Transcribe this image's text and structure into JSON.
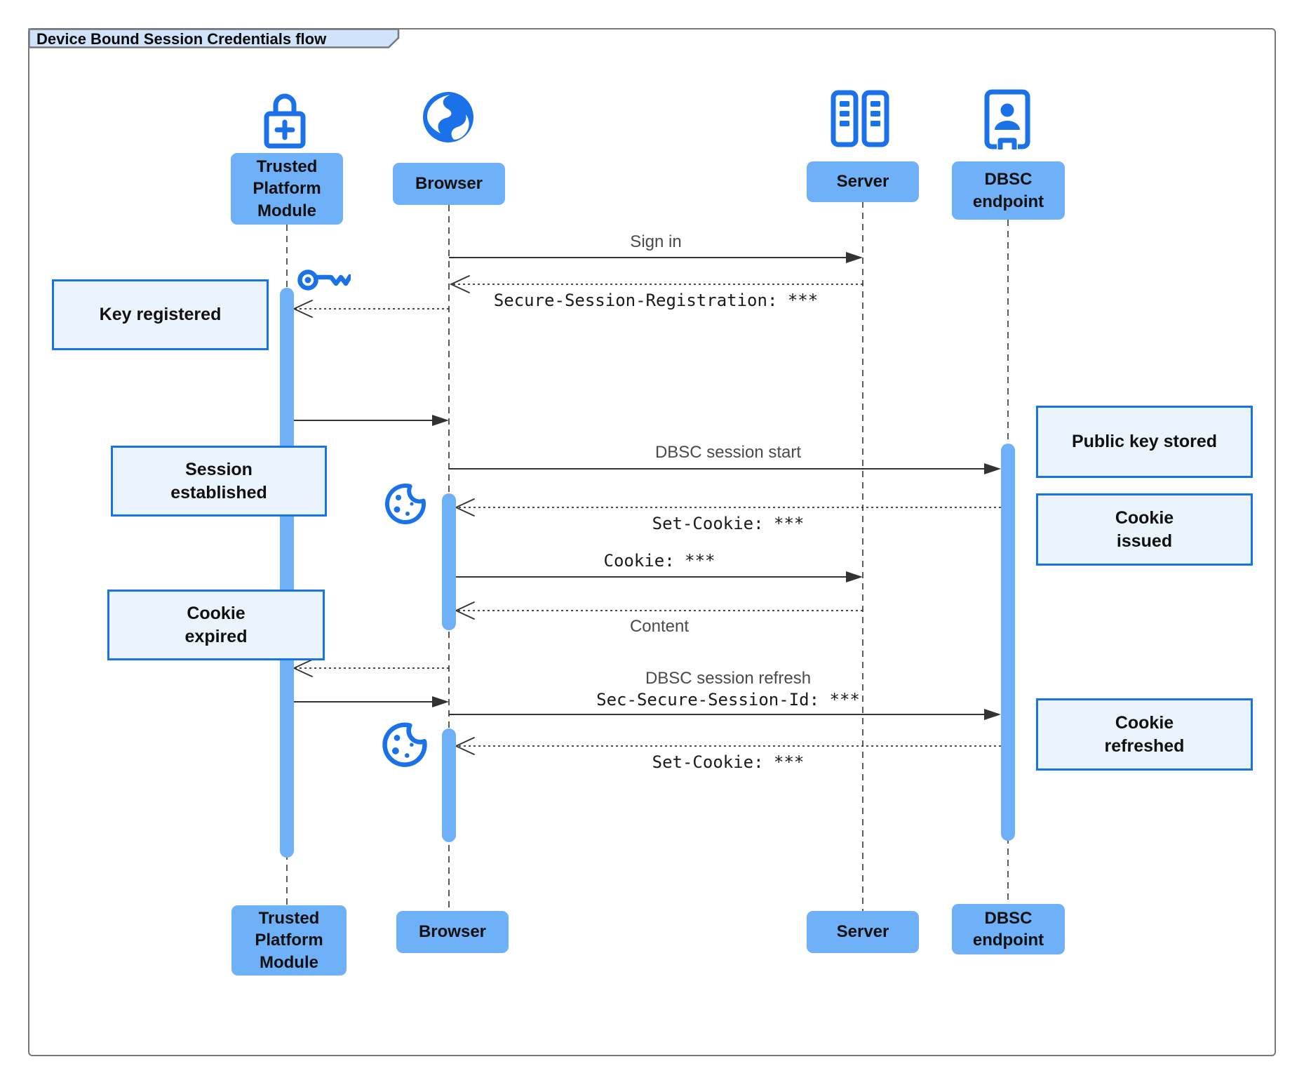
{
  "title": "Device Bound Session Credentials flow",
  "actors": {
    "tpm": {
      "label": "Trusted\nPlatform\nModule"
    },
    "browser": {
      "label": "Browser"
    },
    "server": {
      "label": "Server"
    },
    "dbsc": {
      "label": "DBSC\nendpoint"
    }
  },
  "messages": {
    "sign_in": "Sign in",
    "session_registration": "Secure-Session-Registration: ***",
    "dbsc_session_start": "DBSC session start",
    "set_cookie_1": "Set-Cookie: ***",
    "cookie": "Cookie: ***",
    "content": "Content",
    "dbsc_session_refresh": "DBSC session refresh",
    "sec_secure_session_id": "Sec-Secure-Session-Id: ***",
    "set_cookie_2": "Set-Cookie: ***"
  },
  "notes": {
    "key_registered": "Key registered",
    "session_established": "Session\nestablished",
    "cookie_expired": "Cookie\nexpired",
    "public_key_stored": "Public key stored",
    "cookie_issued": "Cookie\nissued",
    "cookie_refreshed": "Cookie\nrefreshed"
  },
  "icons": {
    "tpm": "lock-plus-icon",
    "browser": "globe-icon",
    "server": "server-racks-icon",
    "dbsc": "contact-badge-icon",
    "key": "key-icon",
    "cookie": "cookie-icon"
  },
  "colors": {
    "icon_blue": "#1B72E8",
    "actor_fill": "#6FB1F8",
    "activation_fill": "#6FB1F8",
    "note_fill": "#EBF3FC",
    "note_border": "#1774E8",
    "tab_fill": "#CFE3FB",
    "frame_border": "#787878",
    "line_color": "#333333",
    "sans_label_color": "#4A4A4A",
    "mono_label_color": "#1A1A1A"
  }
}
